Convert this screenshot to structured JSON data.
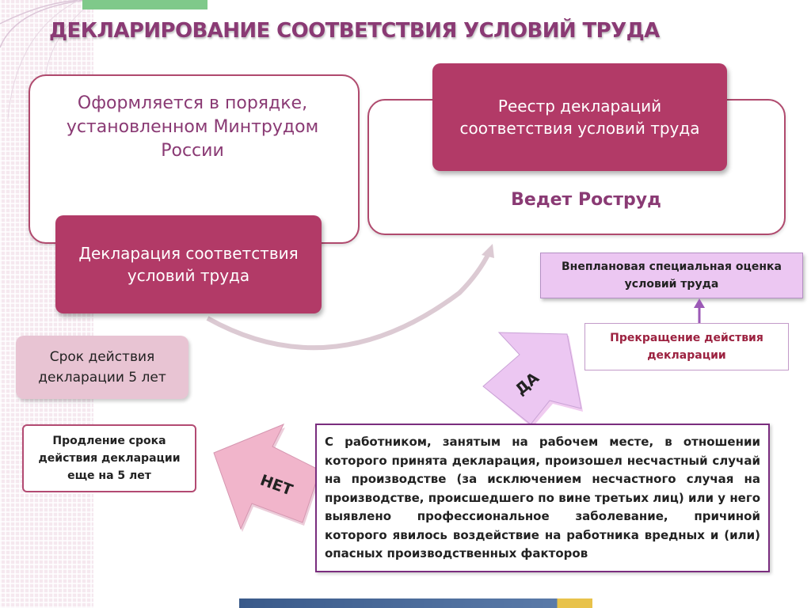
{
  "title": "ДЕКЛАРИРОВАНИЕ СООТВЕТСТВИЯ УСЛОВИЙ ТРУДА",
  "left_box": {
    "text": "Оформляется в порядке, установленном Минтрудом России"
  },
  "declaration_box": {
    "text": "Декларация соответствия условий труда"
  },
  "registry_box": {
    "text": "Реестр деклараций соответствия условий труда"
  },
  "registry_keeper": {
    "text": "Ведет Роструд"
  },
  "validity_box": {
    "text": "Срок действия декларации 5 лет"
  },
  "extension_box": {
    "text": "Продление срока действия декларации еще на 5 лет"
  },
  "unscheduled_box": {
    "text": "Внеплановая специальная оценка условий труда"
  },
  "termination_box": {
    "text": "Прекращение действия декларации"
  },
  "condition_box": {
    "text": "С работником, занятым на рабочем месте, в отношении которого принята декларация, произошел несчастный случай на производстве (за исключением несчастного случая на производстве, происшедшего по вине третьих лиц) или у него выявлено профессиональное заболевание, причиной которого явилось воздействие на работника вредных и (или) опасных производственных факторов"
  },
  "arrow_yes": {
    "label": "ДА"
  },
  "arrow_no": {
    "label": "НЕТ"
  },
  "colors": {
    "title": "#8a3a74",
    "magenta_box": "#b23a67",
    "pink_box": "#e8c4d3",
    "lavender_box": "#ecc7f2",
    "arrow_fill": "#f1b5cb",
    "termination_text": "#9c2240"
  }
}
